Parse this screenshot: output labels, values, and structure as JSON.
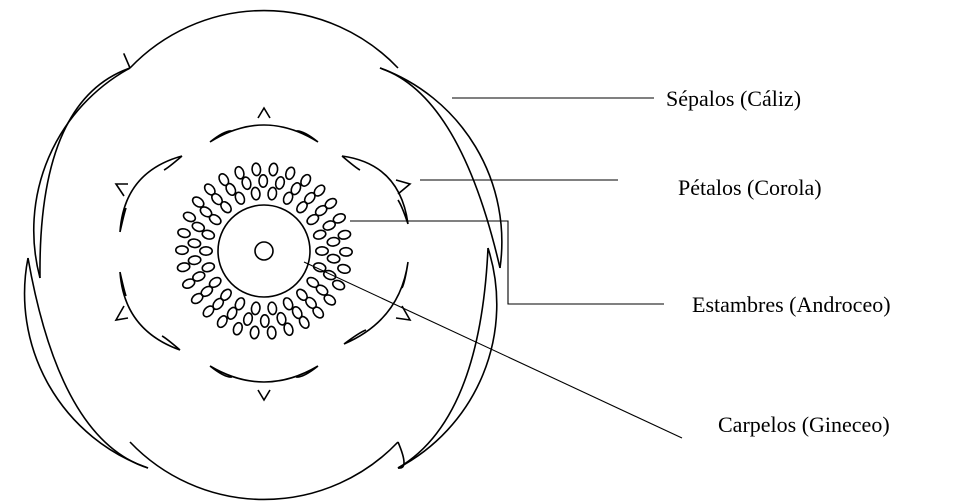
{
  "labels": {
    "sepals": "Sépalos (Cáliz)",
    "petals": "Pétalos (Corola)",
    "stamens": "Estambres (Androceo)",
    "carpels": "Carpelos (Gineceo)"
  },
  "colors": {
    "ink": "#000000",
    "background": "#ffffff"
  }
}
